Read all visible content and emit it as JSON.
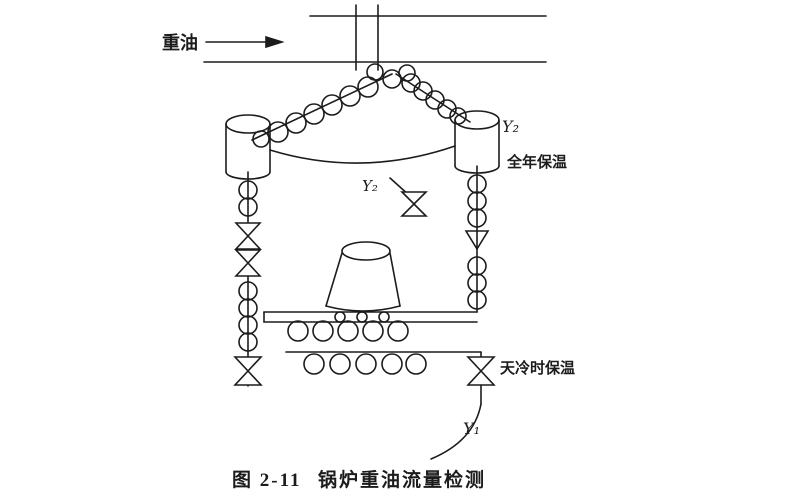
{
  "figure": {
    "ink": "#1c1c1c",
    "labels": {
      "fuel": "重油",
      "y2_top": "Y₂",
      "y2_mid": "Y₂",
      "year_round": "全年保温",
      "cold_weather": "天冷时保温",
      "y1": "Y₁"
    },
    "caption": {
      "number": "图 2-11",
      "title": "锅炉重油流量检测"
    }
  }
}
